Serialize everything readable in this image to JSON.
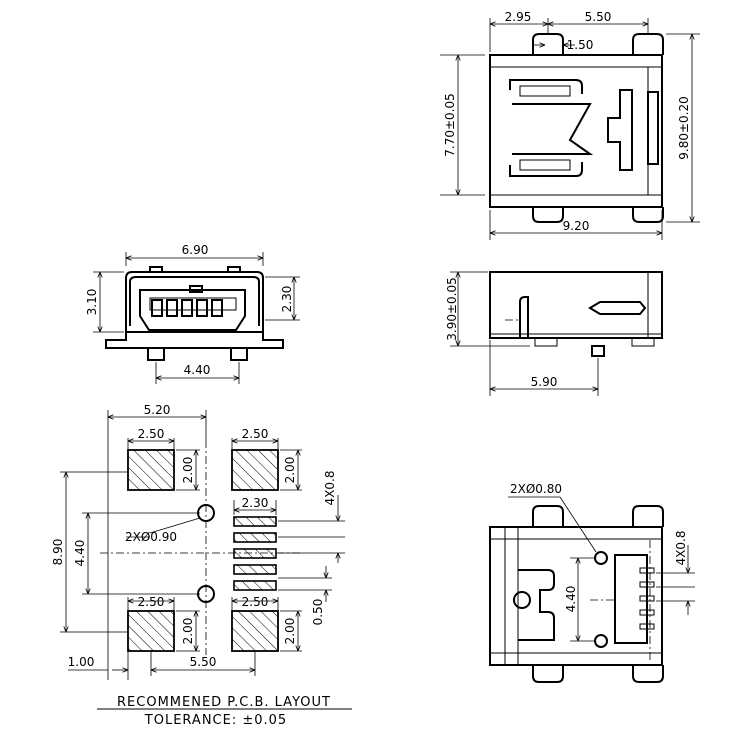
{
  "top_view": {
    "dims": [
      "2.95",
      "5.50",
      "1.50",
      "7.70±0.05",
      "9.80±0.20",
      "9.20"
    ]
  },
  "front_view": {
    "dims": [
      "6.90",
      "3.10",
      "2.30",
      "4.40"
    ]
  },
  "side_view": {
    "dims": [
      "3.90±0.05",
      "5.90"
    ]
  },
  "pcb_layout": {
    "dims": [
      "5.20",
      "2.50",
      "2.00",
      "2.50",
      "2.00",
      "4X0.8",
      "2.30",
      "2XØ0.90",
      "8.90",
      "4.40",
      "2.50",
      "2.00",
      "2.50",
      "2.00",
      "0.50",
      "1.00",
      "5.50"
    ],
    "title": "RECOMMENED P.C.B. LAYOUT",
    "tolerance": "TOLERANCE: ±0.05"
  },
  "bottom_view": {
    "dims": [
      "2XØ0.80",
      "4.40",
      "4X0.8"
    ]
  }
}
